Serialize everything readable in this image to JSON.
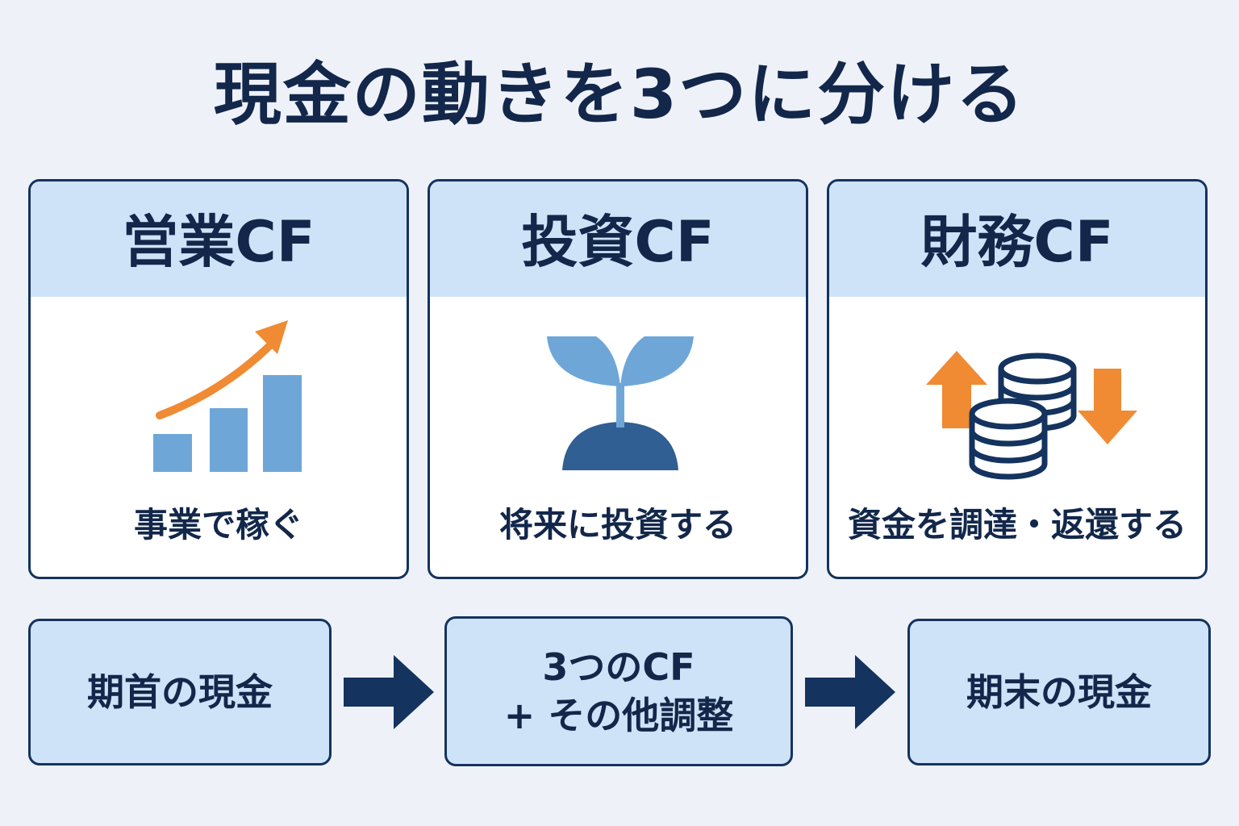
{
  "title": "現金の動きを3つに分ける",
  "cards": [
    {
      "heading": "営業CF",
      "caption": "事業で稼ぐ",
      "icon": "rising-bar-chart-icon"
    },
    {
      "heading": "投資CF",
      "caption": "将来に投資する",
      "icon": "sprout-icon"
    },
    {
      "heading": "財務CF",
      "caption": "資金を調達・返還する",
      "icon": "coin-stack-arrows-icon"
    }
  ],
  "flow": {
    "start": "期首の現金",
    "middle_line1": "3つのCF",
    "middle_line2": "+ その他調整",
    "end": "期末の現金"
  },
  "colors": {
    "navy": "#14335e",
    "header_blue": "#cfe3f8",
    "icon_blue": "#6fa6d8",
    "icon_dark_blue": "#2f5f93",
    "accent_orange": "#f08a33",
    "background": "#eef2f8"
  }
}
